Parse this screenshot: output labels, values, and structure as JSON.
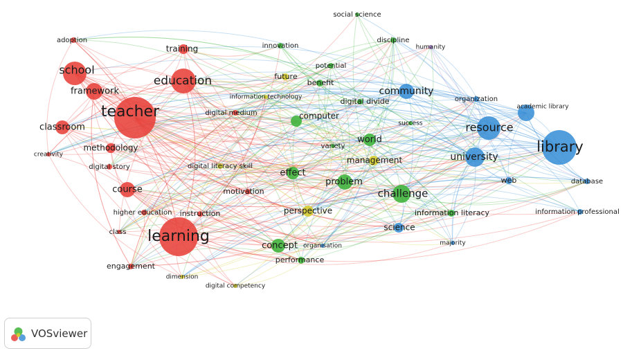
{
  "brand": {
    "name": "VOSviewer",
    "icon": "vosviewer-logo-icon"
  },
  "colors": {
    "red": "#e8413a",
    "green": "#3db33a",
    "blue": "#3a8fd6",
    "yellow": "#d4cc2e",
    "purple": "#a27cc7"
  },
  "network": {
    "nodes": [
      {
        "id": "teacher",
        "label": "teacher",
        "cluster": "red"
      },
      {
        "id": "learning",
        "label": "learning",
        "cluster": "red"
      },
      {
        "id": "school",
        "label": "school",
        "cluster": "red"
      },
      {
        "id": "education",
        "label": "education",
        "cluster": "red"
      },
      {
        "id": "framework",
        "label": "framework",
        "cluster": "red"
      },
      {
        "id": "classroom",
        "label": "classroom",
        "cluster": "red"
      },
      {
        "id": "course",
        "label": "course",
        "cluster": "red"
      },
      {
        "id": "methodology",
        "label": "methodology",
        "cluster": "red"
      },
      {
        "id": "training",
        "label": "training",
        "cluster": "red"
      },
      {
        "id": "adoption",
        "label": "adoption",
        "cluster": "red"
      },
      {
        "id": "creativity",
        "label": "creativity",
        "cluster": "red"
      },
      {
        "id": "digital_story",
        "label": "digital story",
        "cluster": "red"
      },
      {
        "id": "higher_education",
        "label": "higher education",
        "cluster": "red"
      },
      {
        "id": "instruction",
        "label": "instruction",
        "cluster": "red"
      },
      {
        "id": "class",
        "label": "class",
        "cluster": "red"
      },
      {
        "id": "engagement",
        "label": "engagement",
        "cluster": "red"
      },
      {
        "id": "motivation",
        "label": "motivation",
        "cluster": "red"
      },
      {
        "id": "digital_medium",
        "label": "digital medium",
        "cluster": "red"
      },
      {
        "id": "innovation",
        "label": "innovation",
        "cluster": "green"
      },
      {
        "id": "social_science",
        "label": "social science",
        "cluster": "green"
      },
      {
        "id": "discipline",
        "label": "discipline",
        "cluster": "green"
      },
      {
        "id": "potential",
        "label": "potential",
        "cluster": "green"
      },
      {
        "id": "benefit",
        "label": "benefit",
        "cluster": "green"
      },
      {
        "id": "digital_divide",
        "label": "digital divide",
        "cluster": "green"
      },
      {
        "id": "computer",
        "label": "computer",
        "cluster": "green"
      },
      {
        "id": "world",
        "label": "world",
        "cluster": "green"
      },
      {
        "id": "effect",
        "label": "effect",
        "cluster": "green"
      },
      {
        "id": "problem",
        "label": "problem",
        "cluster": "green"
      },
      {
        "id": "challenge",
        "label": "challenge",
        "cluster": "green"
      },
      {
        "id": "concept",
        "label": "concept",
        "cluster": "green"
      },
      {
        "id": "performance",
        "label": "performance",
        "cluster": "green"
      },
      {
        "id": "variety",
        "label": "variety",
        "cluster": "green"
      },
      {
        "id": "success",
        "label": "success",
        "cluster": "green"
      },
      {
        "id": "information_literacy",
        "label": "information literacy",
        "cluster": "green"
      },
      {
        "id": "future",
        "label": "future",
        "cluster": "yellow"
      },
      {
        "id": "information_technology",
        "label": "information technology",
        "cluster": "yellow"
      },
      {
        "id": "digital_literacy_skill",
        "label": "digital literacy skill",
        "cluster": "yellow"
      },
      {
        "id": "management",
        "label": "management",
        "cluster": "yellow"
      },
      {
        "id": "perspective",
        "label": "perspective",
        "cluster": "yellow"
      },
      {
        "id": "dimension",
        "label": "dimension",
        "cluster": "yellow"
      },
      {
        "id": "digital_competency",
        "label": "digital competency",
        "cluster": "yellow"
      },
      {
        "id": "organisation",
        "label": "organisation",
        "cluster": "blue"
      },
      {
        "id": "library",
        "label": "library",
        "cluster": "blue"
      },
      {
        "id": "resource",
        "label": "resource",
        "cluster": "blue"
      },
      {
        "id": "university",
        "label": "university",
        "cluster": "blue"
      },
      {
        "id": "community",
        "label": "community",
        "cluster": "blue"
      },
      {
        "id": "academic_library",
        "label": "academic library",
        "cluster": "blue"
      },
      {
        "id": "organization",
        "label": "organization",
        "cluster": "blue"
      },
      {
        "id": "web",
        "label": "web",
        "cluster": "blue"
      },
      {
        "id": "database",
        "label": "database",
        "cluster": "blue"
      },
      {
        "id": "information_professional",
        "label": "information professional",
        "cluster": "blue"
      },
      {
        "id": "science",
        "label": "science",
        "cluster": "blue"
      },
      {
        "id": "majority",
        "label": "majority",
        "cluster": "blue"
      },
      {
        "id": "humanity",
        "label": "humanity",
        "cluster": "purple"
      }
    ]
  }
}
